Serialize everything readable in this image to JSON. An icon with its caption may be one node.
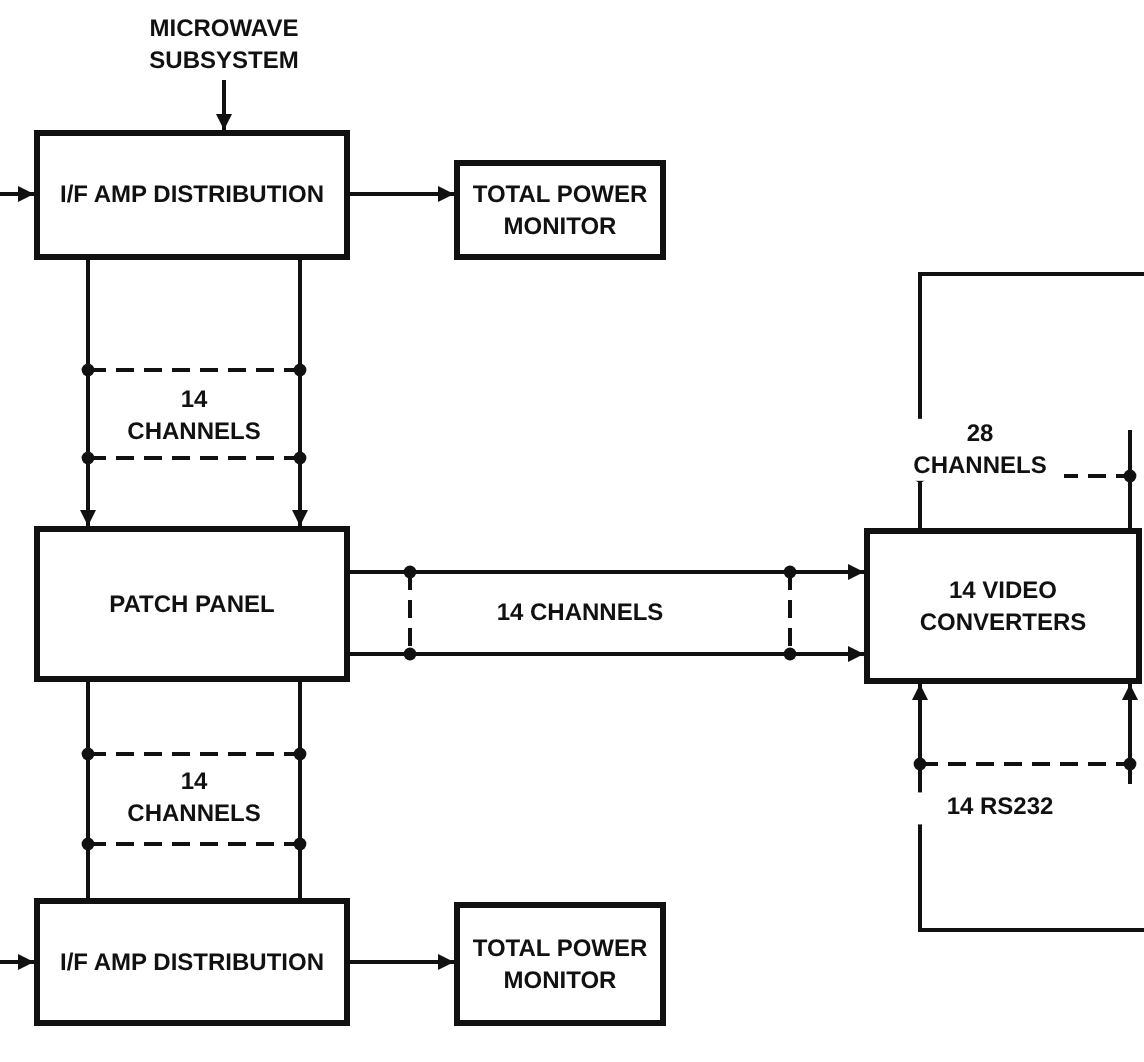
{
  "diagram": {
    "nodes": [
      {
        "text": [
          "MICROWAVE SUBSYSTEM"
        ]
      },
      {
        "text": [
          "I/F AMP DISTRIBUTION"
        ]
      },
      {
        "text": [
          "TOTAL POWER MONITOR"
        ]
      },
      {
        "text": [
          "PATCH PANEL"
        ]
      },
      {
        "text": [
          "14 VIDEO CONVERTERS"
        ]
      },
      {
        "text": [
          "I/F AMP DISTRIBUTION"
        ]
      },
      {
        "text": [
          "TOTAL POWER MONITOR"
        ]
      }
    ],
    "edges": [
      {
        "from": 0,
        "to": 1,
        "arrow": "to"
      },
      {
        "from": null,
        "to": 1,
        "arrow": "to"
      },
      {
        "from": 1,
        "to": 2,
        "arrow": "to"
      },
      {
        "from": 1,
        "to": 3,
        "arrow": "to",
        "label": "14 CHANNELS"
      },
      {
        "from": 1,
        "to": 3,
        "arrow": "to"
      },
      {
        "from": 3,
        "to": 4,
        "arrow": "to",
        "label": "14 CHANNELS"
      },
      {
        "from": 3,
        "to": 4,
        "arrow": "to"
      },
      {
        "from": 4,
        "to": null,
        "arrow": "none",
        "label": "28 CHANNELS"
      },
      {
        "from": 4,
        "to": null,
        "arrow": "none"
      },
      {
        "from": null,
        "to": 4,
        "arrow": "to",
        "label": "14 RS232"
      },
      {
        "from": null,
        "to": 4,
        "arrow": "to"
      },
      {
        "from": null,
        "to": 5,
        "arrow": "to"
      },
      {
        "from": 5,
        "to": 3,
        "arrow": "to",
        "label": "14 CHANNELS"
      },
      {
        "from": 5,
        "to": 3,
        "arrow": "to"
      },
      {
        "from": 5,
        "to": 6,
        "arrow": "to"
      }
    ]
  }
}
